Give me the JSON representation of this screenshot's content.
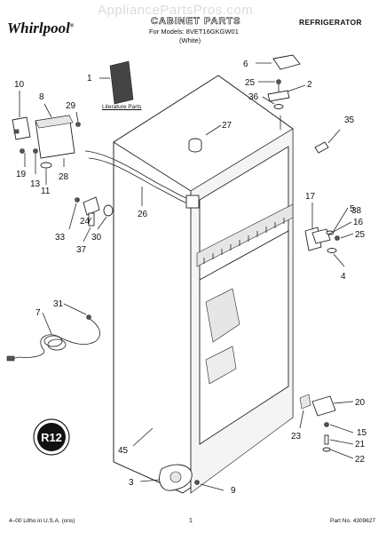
{
  "watermark": "AppliancePartsPros.com",
  "brand": "Whirlpool",
  "header": {
    "title": "CABINET PARTS",
    "models": "For Models: 8VET16GKGW01",
    "variant": "(White)",
    "category": "REFRIGERATOR"
  },
  "literature_label": "Literature Parts",
  "callouts": [
    "1",
    "2",
    "3",
    "4",
    "5",
    "6",
    "7",
    "8",
    "9",
    "10",
    "11",
    "13",
    "15",
    "16",
    "17",
    "19",
    "20",
    "21",
    "22",
    "23",
    "24",
    "25",
    "26",
    "27",
    "28",
    "29",
    "30",
    "31",
    "33",
    "35",
    "36",
    "37",
    "38",
    "45"
  ],
  "footer": {
    "left": "4–00 Litho in U.S.A. (ons)",
    "page": "1",
    "right": "Part No. 4309627"
  }
}
